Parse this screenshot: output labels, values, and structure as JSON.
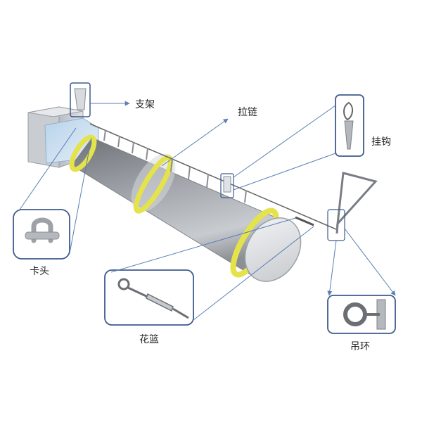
{
  "labels": {
    "bracket": "支架",
    "zipper": "拉链",
    "hook": "挂钩",
    "clamp": "卡头",
    "turnbuckle": "花篮",
    "lifting_ring": "吊环"
  },
  "colors": {
    "callout_border": "#3f5a8f",
    "leader_line": "#5a7fb5",
    "duct_body": "#9ea2a8",
    "duct_band": "#e5e34a",
    "cable": "#666666",
    "background": "#ffffff"
  }
}
